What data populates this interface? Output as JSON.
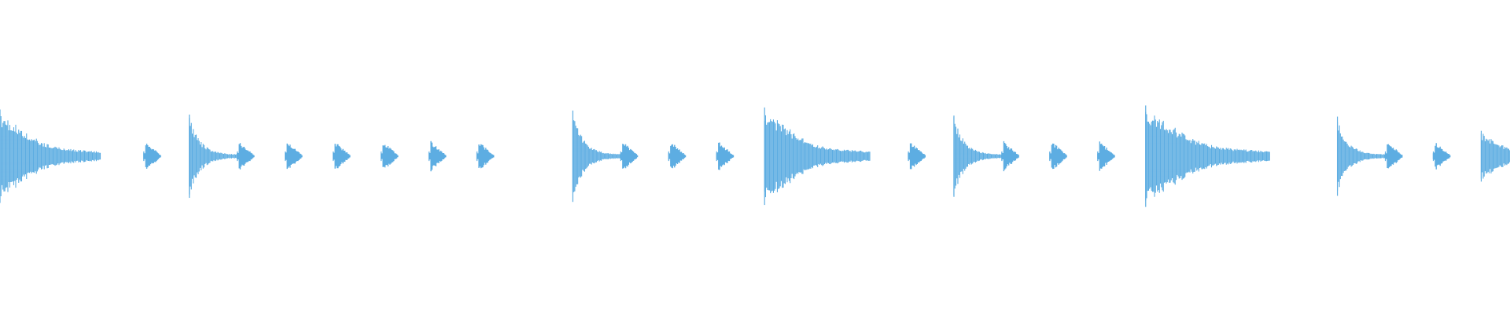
{
  "waveform": {
    "color": "#5dade2",
    "background": "#ffffff",
    "timeline_seconds": 31.5,
    "hits": [
      {
        "time": 0.0,
        "decay": 2.1,
        "gain": 0.92,
        "kind": "tonal"
      },
      {
        "time": 3.0,
        "decay": 0.35,
        "gain": 0.42,
        "kind": "click"
      },
      {
        "time": 3.95,
        "decay": 1.25,
        "gain": 0.82,
        "kind": "sharp"
      },
      {
        "time": 4.95,
        "decay": 0.35,
        "gain": 0.42,
        "kind": "click"
      },
      {
        "time": 5.95,
        "decay": 0.35,
        "gain": 0.42,
        "kind": "click"
      },
      {
        "time": 6.95,
        "decay": 0.35,
        "gain": 0.42,
        "kind": "click"
      },
      {
        "time": 7.95,
        "decay": 0.35,
        "gain": 0.42,
        "kind": "click"
      },
      {
        "time": 8.95,
        "decay": 0.35,
        "gain": 0.42,
        "kind": "click"
      },
      {
        "time": 9.95,
        "decay": 0.35,
        "gain": 0.42,
        "kind": "click"
      },
      {
        "time": 11.95,
        "decay": 1.25,
        "gain": 0.9,
        "kind": "sharp"
      },
      {
        "time": 12.95,
        "decay": 0.35,
        "gain": 0.42,
        "kind": "click"
      },
      {
        "time": 13.95,
        "decay": 0.35,
        "gain": 0.42,
        "kind": "click"
      },
      {
        "time": 14.95,
        "decay": 0.35,
        "gain": 0.42,
        "kind": "click"
      },
      {
        "time": 15.95,
        "decay": 2.2,
        "gain": 0.96,
        "kind": "tonal"
      },
      {
        "time": 18.95,
        "decay": 0.35,
        "gain": 0.42,
        "kind": "click"
      },
      {
        "time": 19.9,
        "decay": 1.25,
        "gain": 0.8,
        "kind": "sharp"
      },
      {
        "time": 20.9,
        "decay": 0.35,
        "gain": 0.42,
        "kind": "click"
      },
      {
        "time": 21.9,
        "decay": 0.35,
        "gain": 0.42,
        "kind": "click"
      },
      {
        "time": 22.9,
        "decay": 0.35,
        "gain": 0.42,
        "kind": "click"
      },
      {
        "time": 23.9,
        "decay": 2.6,
        "gain": 1.0,
        "kind": "tonal"
      },
      {
        "time": 27.9,
        "decay": 1.25,
        "gain": 0.78,
        "kind": "sharp"
      },
      {
        "time": 28.9,
        "decay": 0.35,
        "gain": 0.42,
        "kind": "click"
      },
      {
        "time": 29.9,
        "decay": 0.35,
        "gain": 0.42,
        "kind": "click"
      },
      {
        "time": 30.9,
        "decay": 1.4,
        "gain": 0.5,
        "kind": "tonal"
      }
    ]
  }
}
